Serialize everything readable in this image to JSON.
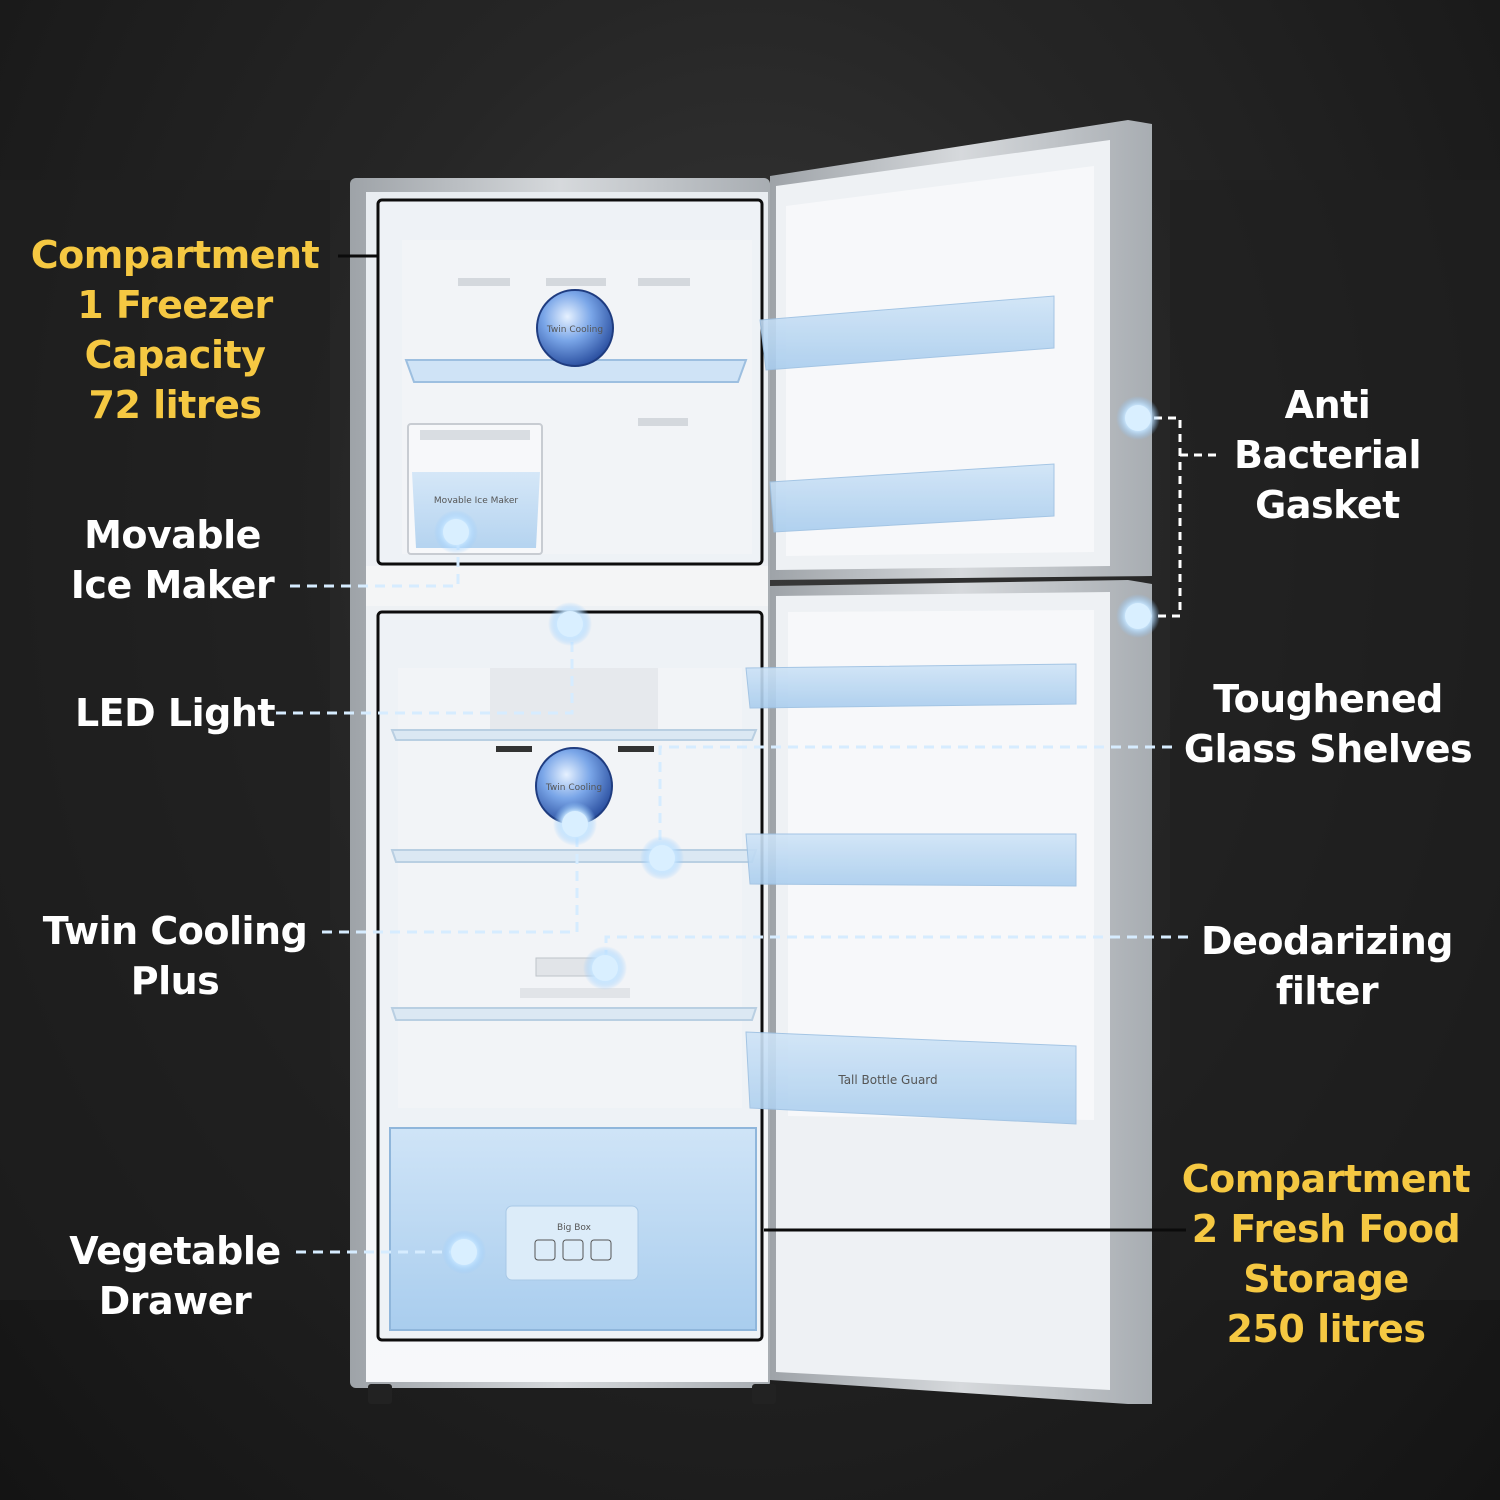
{
  "labels": {
    "freezer": [
      "Compartment",
      "1 Freezer",
      "Capacity",
      "72 litres"
    ],
    "ice_maker": [
      "Movable",
      "Ice Maker"
    ],
    "led": [
      "LED Light"
    ],
    "twin_cooling": [
      "Twin Cooling",
      "Plus"
    ],
    "vegetable": [
      "Vegetable",
      "Drawer"
    ],
    "gasket": [
      "Anti",
      "Bacterial",
      "Gasket"
    ],
    "glass": [
      "Toughened",
      "Glass Shelves"
    ],
    "deodorizing": [
      "Deodarizing",
      "filter"
    ],
    "fresh_food": [
      "Compartment",
      "2 Fresh Food",
      "Storage",
      "250 litres"
    ]
  },
  "product_text": {
    "twin_cooling_badge": "Twin Cooling",
    "ice_maker_text": "Movable Ice Maker",
    "big_box": "Big Box",
    "tall_bottle": "Tall Bottle Guard"
  },
  "colors": {
    "label_white": "#ffffff",
    "label_gold": "#f5c842",
    "callout_line": "#cfe8ff",
    "callout_dot": "#bfe3ff"
  }
}
